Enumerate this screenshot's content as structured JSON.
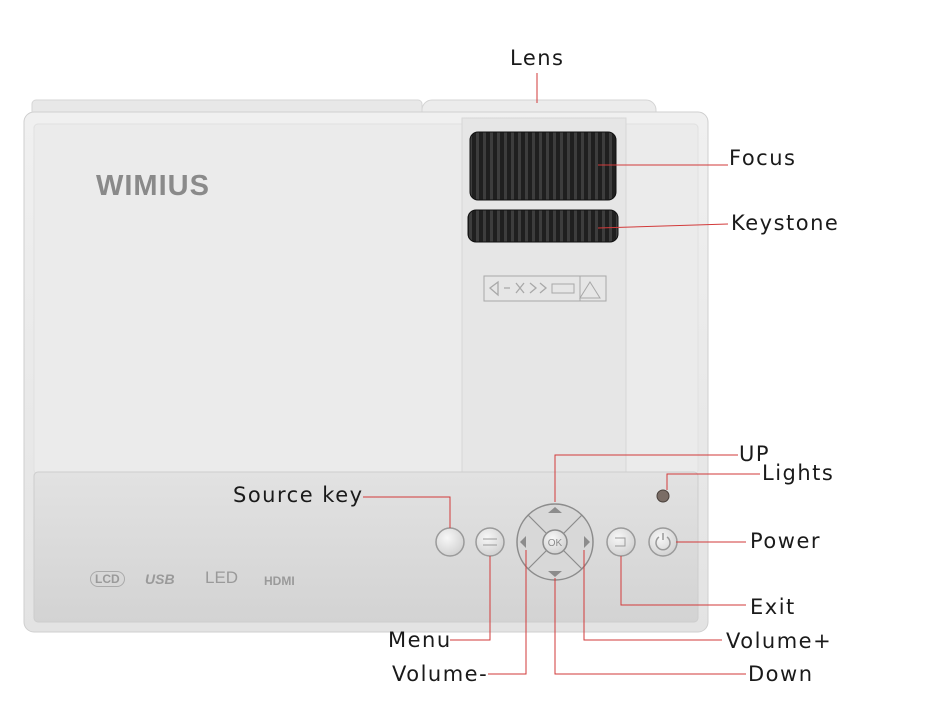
{
  "brand": "WIMIUS",
  "badges": {
    "lcd": "LCD",
    "usb": "USB",
    "led": "LED",
    "hdmi": "HDMI"
  },
  "buttons": {
    "ok": "OK"
  },
  "labels": {
    "lens": "Lens",
    "focus": "Focus",
    "keystone": "Keystone",
    "up": "UP",
    "lights": "Lights",
    "source_key": "Source key",
    "power": "Power",
    "exit": "Exit",
    "menu": "Menu",
    "volume_plus": "Volume+",
    "volume_minus": "Volume-",
    "down": "Down"
  },
  "colors": {
    "leader_line": "#d23a3a",
    "body": "#e9e9e9",
    "panel": "#dcdcdc",
    "knob": "#2a2a2a"
  }
}
